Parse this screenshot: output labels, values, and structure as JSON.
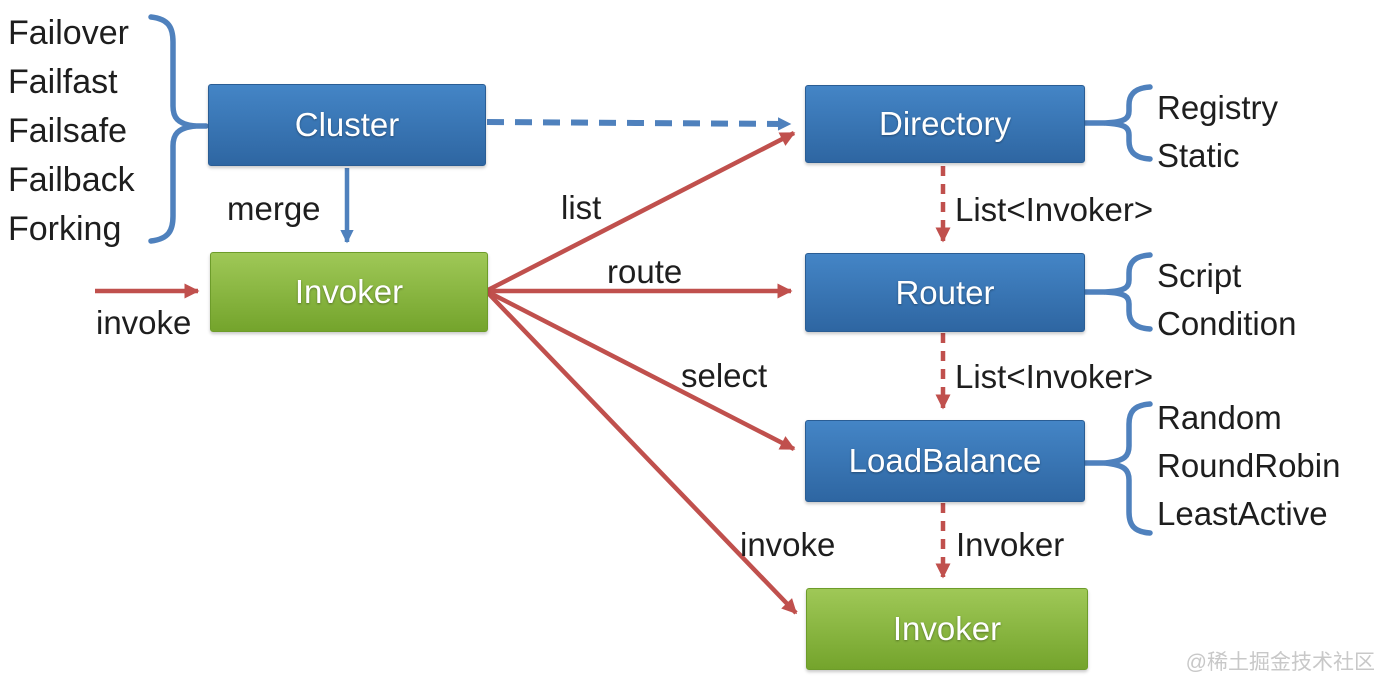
{
  "nodes": {
    "cluster": {
      "label": "Cluster"
    },
    "invoker_main": {
      "label": "Invoker"
    },
    "directory": {
      "label": "Directory"
    },
    "router": {
      "label": "Router"
    },
    "loadbalance": {
      "label": "LoadBalance"
    },
    "invoker_result": {
      "label": "Invoker"
    }
  },
  "fault_strategies": [
    "Failover",
    "Failfast",
    "Failsafe",
    "Failback",
    "Forking"
  ],
  "implementations": {
    "directory": [
      "Registry",
      "Static"
    ],
    "router": [
      "Script",
      "Condition"
    ],
    "loadbalance": [
      "Random",
      "RoundRobin",
      "LeastActive"
    ]
  },
  "edge_labels": {
    "invoke_in": "invoke",
    "merge": "merge",
    "list": "list",
    "route": "route",
    "select": "select",
    "invoke_out": "invoke",
    "directory_result": "List<Invoker>",
    "router_result": "List<Invoker>",
    "loadbalance_result": "Invoker"
  },
  "watermark": "@稀土掘金技术社区",
  "colors": {
    "box_blue_top": "#4485c6",
    "box_blue_bot": "#2e66a2",
    "box_blue_border": "#2a5d94",
    "box_green_top": "#9fc857",
    "box_green_bot": "#74a42c",
    "box_green_border": "#6d9c2a",
    "arrow_red": "#c0504d",
    "arrow_blue": "#4f81bd",
    "text_dark": "#1e1e1e",
    "watermark_gray": "#c8c8c8"
  }
}
